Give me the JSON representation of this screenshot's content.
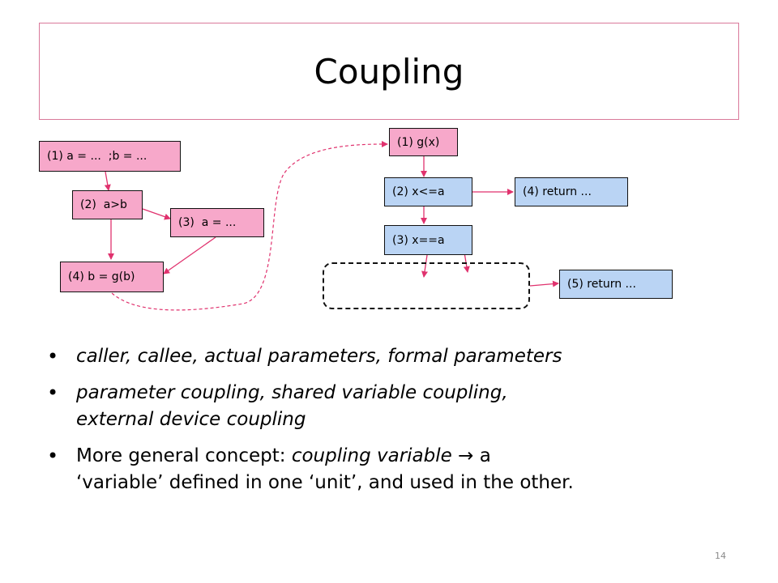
{
  "slide": {
    "title": "Coupling",
    "page_number": "14"
  },
  "diagram": {
    "left_graph": {
      "n1": "(1) a = ...  ;b = ...",
      "n2": "(2)  a>b",
      "n3": "(3)  a = ...",
      "n4": "(4) b = g(b)"
    },
    "right_graph": {
      "n1": "(1) g(x)",
      "n2": "(2) x<=a",
      "n3": "(3) x==a",
      "n4": "(4) return ...",
      "n5": "(5) return ..."
    },
    "colors": {
      "pink": "#f7a8ca",
      "blue": "#bad4f4",
      "arrow": "#e0326e"
    }
  },
  "bullets": {
    "b1": "caller, callee, actual parameters,  formal parameters",
    "b2_line1": "parameter coupling, shared variable coupling,",
    "b2_line2": "external device coupling",
    "b3_lead": "More general concept: ",
    "b3_term": "coupling variable",
    "b3_arrow": " → ",
    "b3_line1_end": "a",
    "b3_line2": "‘variable’ defined in one ‘unit’, and used in the other."
  }
}
